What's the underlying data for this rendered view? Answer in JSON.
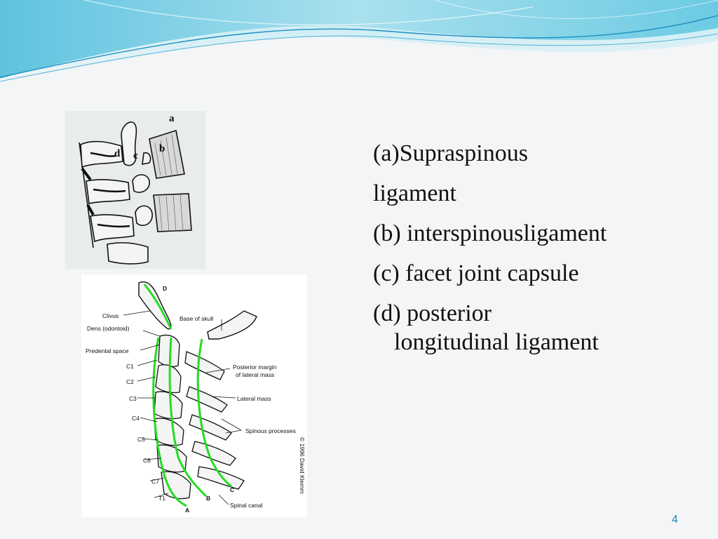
{
  "slide": {
    "page_number": "4",
    "text_lines": [
      "(a)Supraspinous",
      "ligament",
      "(b) interspinousligament",
      "(c) facet joint capsule",
      "(d) posterior",
      "longitudinal ligament"
    ]
  },
  "figure_top": {
    "labels": {
      "a": "a",
      "b": "b",
      "c": "c",
      "d": "d"
    }
  },
  "figure_bottom": {
    "labels": {
      "D": "D",
      "clivus": "Clivus",
      "base_of_skull": "Base of skull",
      "dens": "Dens (odontoid)",
      "predental_space": "Predental space",
      "c1": "C1",
      "c2": "C2",
      "c3": "C3",
      "c4": "C4",
      "c5": "C5",
      "c6": "C6",
      "c7": "C7",
      "t1": "T1",
      "posterior_margin_1": "Posterior margin",
      "posterior_margin_2": "of lateral mass",
      "lateral_mass": "Lateral mass",
      "spinous_processes": "Spinous processes",
      "spinal_canal": "Spinal canal",
      "A": "A",
      "B": "B",
      "C": "C",
      "copyright": "© 1996 David Klemm"
    },
    "line_color": "#22dd22"
  }
}
